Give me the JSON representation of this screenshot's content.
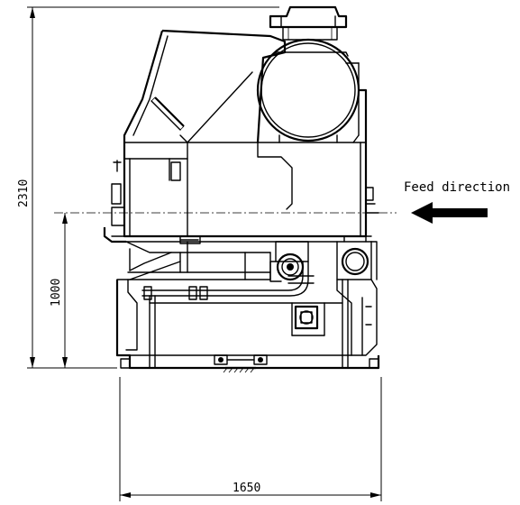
{
  "dimensions": {
    "overall_height": "2310",
    "feed_height": "1000",
    "overall_width": "1650"
  },
  "annotations": {
    "feed_direction": "Feed direction"
  }
}
